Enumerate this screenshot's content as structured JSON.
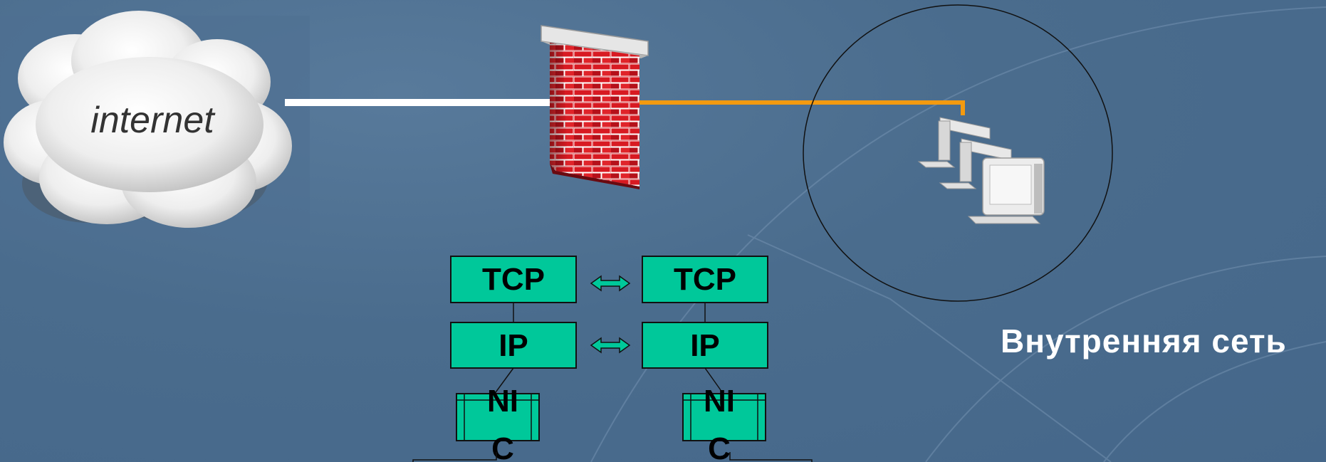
{
  "cloud": {
    "label": "internet"
  },
  "network": {
    "label": "Внутренняя сеть"
  },
  "stack_left": {
    "top": "TCP",
    "middle": "IP",
    "bottom_line1": "NI",
    "bottom_line2": "C"
  },
  "stack_right": {
    "top": "TCP",
    "middle": "IP",
    "bottom_line1": "NI",
    "bottom_line2": "C"
  },
  "colors": {
    "box_fill": "#00c89a",
    "link_internet": "#ffffff",
    "link_internal": "#f39a10",
    "brick": "#c0121a"
  }
}
